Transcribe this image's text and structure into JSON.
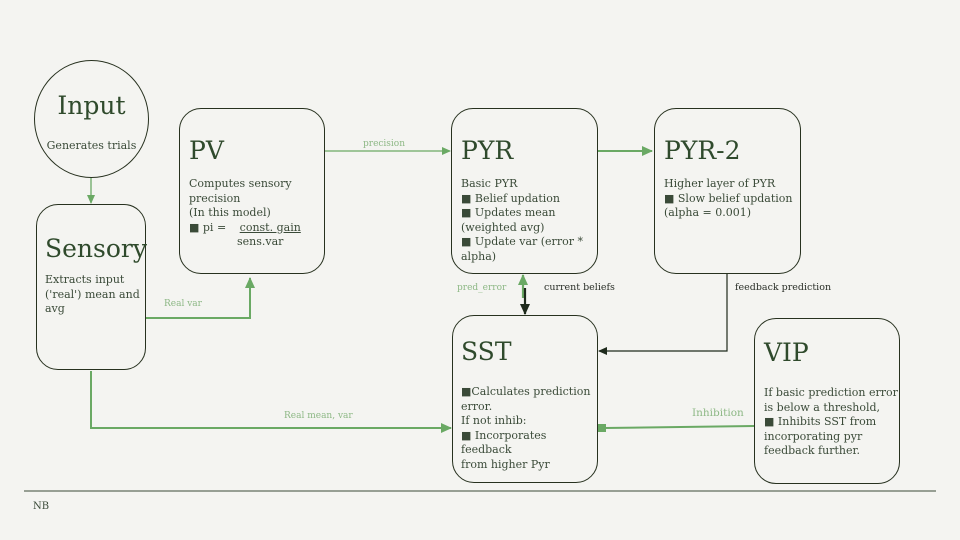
{
  "nodes": {
    "input": {
      "title": "Input",
      "desc": "Generates trials"
    },
    "sensory": {
      "title": "Sensory",
      "desc": "Extracts input ('real') mean and avg"
    },
    "pv": {
      "title": "PV",
      "line1": "Computes sensory",
      "line2": "precision",
      "line3": "(In this model)",
      "formula_prefix": "■ pi =",
      "formula_num": "const. gain",
      "formula_den": "sens.var"
    },
    "pyr": {
      "title": "PYR",
      "lines": [
        "Basic PYR",
        "■ Belief updation",
        "■ Updates mean",
        "(weighted avg)",
        "■ Update var (error *",
        "alpha)"
      ]
    },
    "pyr2": {
      "title": "PYR-2",
      "lines": [
        "Higher layer of PYR",
        "■ Slow belief updation",
        "(alpha = 0.001)"
      ]
    },
    "sst": {
      "title": "SST",
      "lines": [
        "■Calculates prediction",
        "error.",
        "If not inhib:",
        "■ Incorporates feedback",
        "from higher Pyr"
      ]
    },
    "vip": {
      "title": "VIP",
      "lines": [
        "If basic prediction error",
        "is below a threshold,",
        "■ Inhibits SST from",
        "incorporating pyr",
        "feedback further."
      ]
    }
  },
  "edges": {
    "precision": "precision",
    "real_var": "Real var",
    "real_mean_var": "Real mean, var",
    "pred_error": "pred_error",
    "current_beliefs": "current beliefs",
    "feedback_prediction": "feedback prediction",
    "inhibition": "Inhibition"
  },
  "footer": "NB",
  "colors": {
    "green": "#6aa964",
    "dark": "#1e2a1c",
    "label_green": "#8db885"
  }
}
